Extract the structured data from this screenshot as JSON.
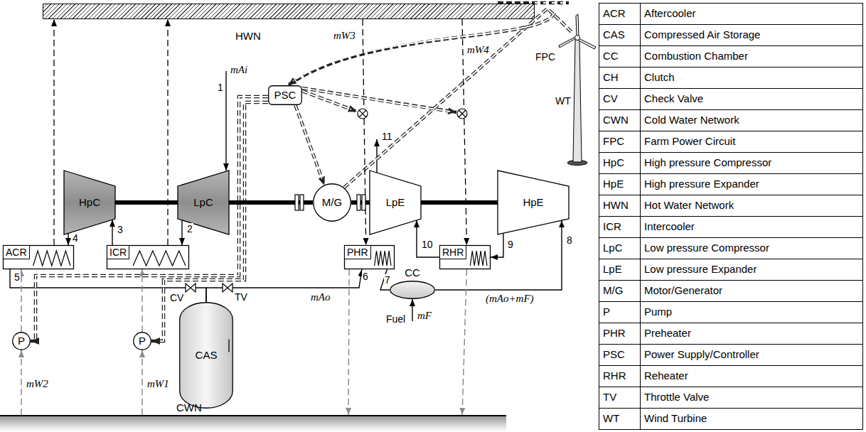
{
  "diagram": {
    "nodes": [
      {
        "text": [
          "HWN"
        ]
      },
      {
        "text": [
          "PSC"
        ]
      },
      {
        "text": [
          "HpC"
        ]
      },
      {
        "text": [
          "LpC"
        ]
      },
      {
        "text": [
          "M/G"
        ]
      },
      {
        "text": [
          "LpE"
        ]
      },
      {
        "text": [
          "HpE"
        ]
      },
      {
        "text": [
          "ACR"
        ]
      },
      {
        "text": [
          "ICR"
        ]
      },
      {
        "text": [
          "PHR"
        ]
      },
      {
        "text": [
          "RHR"
        ]
      },
      {
        "text": [
          "CC"
        ]
      },
      {
        "text": [
          "CAS"
        ]
      },
      {
        "text": [
          "P"
        ]
      },
      {
        "text": [
          "P"
        ]
      },
      {
        "text": [
          "CWN"
        ]
      }
    ],
    "edges": [
      {
        "from": 3,
        "to": 8,
        "arrow": "to"
      },
      {
        "from": 8,
        "to": 2,
        "arrow": "to"
      },
      {
        "from": 2,
        "to": 7,
        "arrow": "to"
      },
      {
        "from": 7,
        "to": 12,
        "arrow": "none"
      },
      {
        "from": 12,
        "to": 9,
        "arrow": "to"
      },
      {
        "from": 9,
        "to": 11,
        "arrow": "none"
      },
      {
        "from": 11,
        "to": 6,
        "arrow": "to"
      },
      {
        "from": 6,
        "to": 10,
        "arrow": "to"
      },
      {
        "from": 10,
        "to": 5,
        "arrow": "to"
      },
      {
        "from": 13,
        "to": 7,
        "arrow": "to"
      },
      {
        "from": 14,
        "to": 8,
        "arrow": "to"
      },
      {
        "from": 7,
        "to": 0,
        "arrow": "to"
      },
      {
        "from": 8,
        "to": 0,
        "arrow": "to"
      },
      {
        "from": 0,
        "to": 9,
        "arrow": "to"
      },
      {
        "from": 0,
        "to": 10,
        "arrow": "to"
      },
      {
        "from": 9,
        "to": 15,
        "arrow": "to"
      },
      {
        "from": 10,
        "to": 15,
        "arrow": "to"
      },
      {
        "from": 15,
        "to": 13,
        "arrow": "to"
      },
      {
        "from": 15,
        "to": 14,
        "arrow": "to"
      },
      {
        "from": 1,
        "to": 13,
        "arrow": "to"
      },
      {
        "from": 1,
        "to": 14,
        "arrow": "to"
      },
      {
        "from": 1,
        "to": 4,
        "arrow": "to"
      },
      {
        "from": 2,
        "to": 3,
        "arrow": "none"
      },
      {
        "from": 3,
        "to": 4,
        "arrow": "none"
      },
      {
        "from": 4,
        "to": 5,
        "arrow": "none"
      },
      {
        "from": 5,
        "to": 6,
        "arrow": "none"
      }
    ],
    "labels": [
      "1",
      "mAi",
      "2",
      "3",
      "4",
      "5",
      "CV",
      "TV",
      "mAo",
      "6",
      "7",
      "8",
      "9",
      "10",
      "11",
      "mW3",
      "mW4",
      "(mAo+mF)",
      "Fuel",
      "mF",
      "mW2",
      "mW1",
      "FPC",
      "WT",
      "ACR",
      "Aftercooler",
      "CAS",
      "Compressed Air Storage",
      "CC",
      "Combustion Chamber",
      "CH",
      "Clutch",
      "CV",
      "Check Valve",
      "CWN",
      "Cold Water Network",
      "FPC",
      "Farm Power Circuit",
      "HpC",
      "High pressure Compressor",
      "HpE",
      "High pressure Expander",
      "HWN",
      "Hot Water Network",
      "ICR",
      "Intercooler",
      "LpC",
      "Low pressure Compressor",
      "LpE",
      "Low pressure Expander",
      "M/G",
      "Motor/Generator",
      "P",
      "Pump",
      "PHR",
      "Preheater",
      "PSC",
      "Power Supply/Controller",
      "RHR",
      "Reheater",
      "TV",
      "Throttle Valve",
      "WT",
      "Wind Turbine"
    ]
  }
}
